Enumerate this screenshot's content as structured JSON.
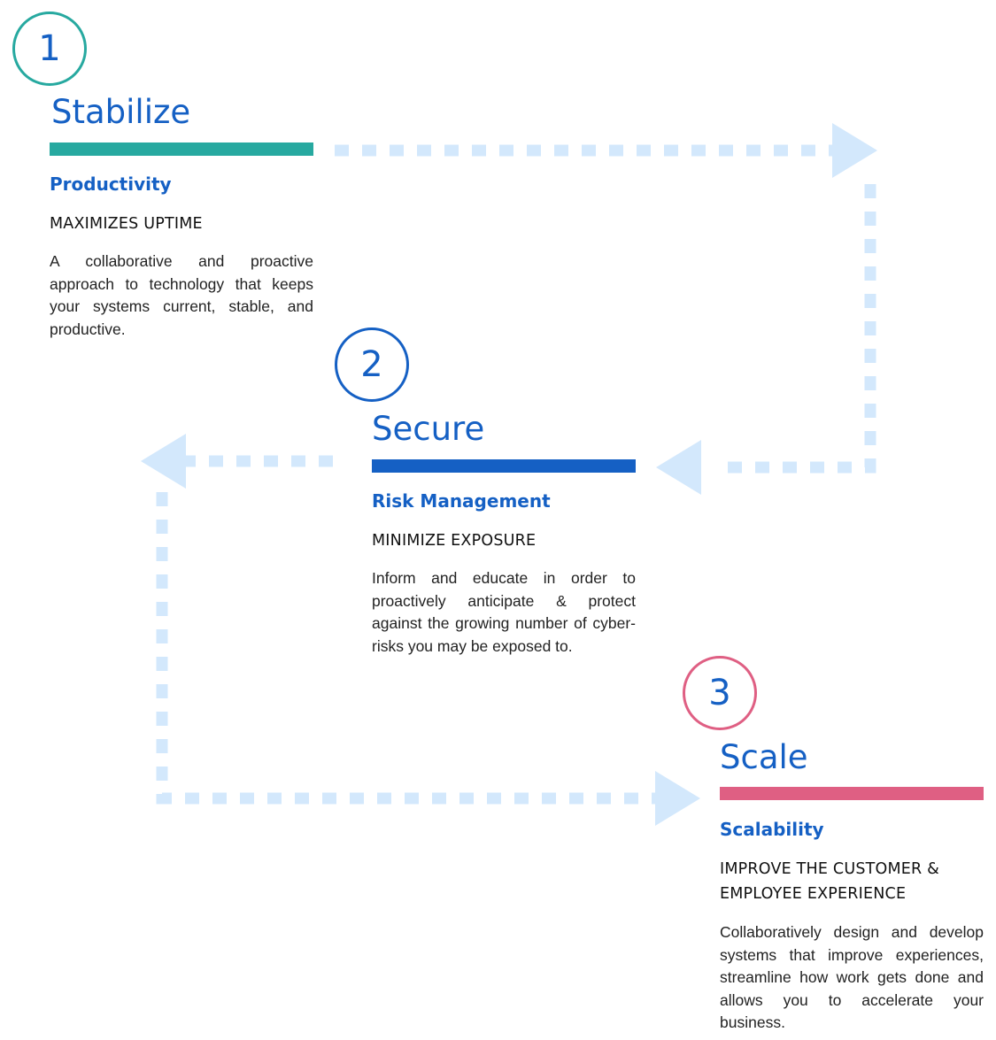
{
  "colors": {
    "stage1_accent": "#27a9a0",
    "stage2_accent": "#1560c4",
    "stage3_accent": "#df5f83",
    "title_color": "#1560c4",
    "connector": "#d3e8fc"
  },
  "stages": [
    {
      "number": "1",
      "title": "Stabilize",
      "subtitle": "Productivity",
      "caps": "MAXIMIZES UPTIME",
      "body": "A collaborative and proactive approach to technology that keeps your systems current, stable, and productive."
    },
    {
      "number": "2",
      "title": "Secure",
      "subtitle": "Risk Management",
      "caps": "MINIMIZE EXPOSURE",
      "body": "Inform and educate in order to proactively anticipate & protect against the growing number of cyber-risks you may be exposed to."
    },
    {
      "number": "3",
      "title": "Scale",
      "subtitle": "Scalability",
      "caps": "IMPROVE THE CUSTOMER & EMPLOYEE EXPERIENCE",
      "body": "Collaboratively design and develop systems that improve experiences, streamline how work gets done and allows you to accelerate your business."
    }
  ]
}
